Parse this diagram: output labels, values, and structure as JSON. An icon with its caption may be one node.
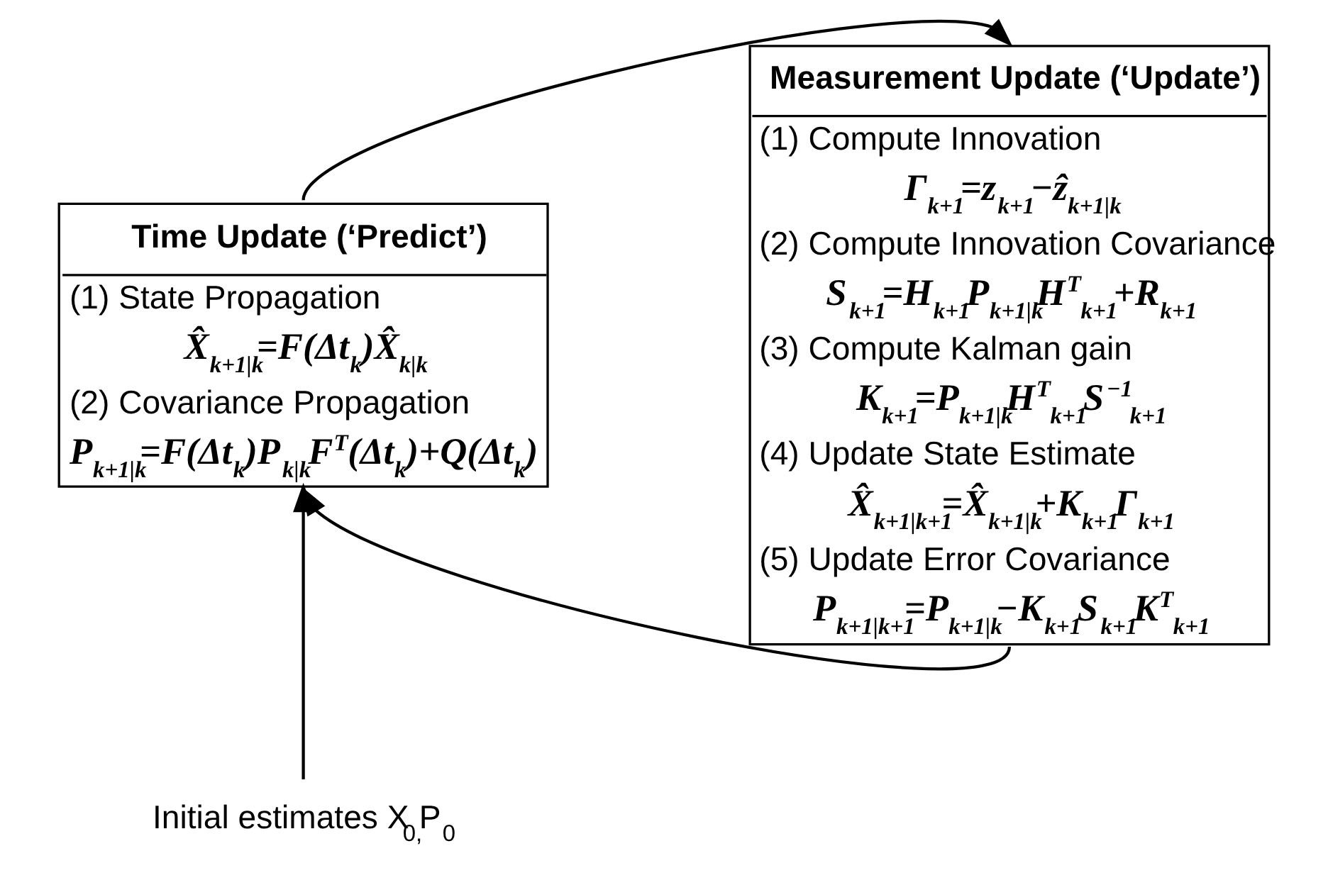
{
  "diagram": {
    "nodes": [
      {
        "text": [
          "Time Update (‘Predict’)",
          "(1) State Propagation",
          "X̂$_{k+1|k}$=F(Δt$_{k}$)X̂$_{k|k}$",
          "(2) Covariance Propagation",
          "P$_{k+1|k}$=F(Δt$_{k}$)P$_{k|k}$F$^{T}$(Δt$_{k}$)+Q(Δt$_{k}$)"
        ]
      },
      {
        "text": [
          "Measurement Update (‘Update’)",
          "(1) Compute Innovation",
          "Γ$_{k+1}$=z$_{k+1}$−ẑ$_{k+1|k}$",
          "(2) Compute Innovation Covariance",
          "S$_{k+1}$=H$_{k+1}$P$_{k+1|k}$H$^{T}$$_{k+1}$+R$_{k+1}$",
          "(3) Compute Kalman gain",
          "K$_{k+1}$=P$_{k+1|k}$H$^{T}$$_{k+1}$S$^{−1}$$_{k+1}$",
          "(4) Update State Estimate",
          "X̂$_{k+1|k+1}$=X̂$_{k+1|k}$+K$_{k+1}$Γ$_{k+1}$",
          "(5) Update Error Covariance",
          "P$_{k+1|k+1}$=P$_{k+1|k}$−K$_{k+1}$S$_{k+1}$K$^{T}$$_{k+1}$"
        ]
      },
      {
        "text": [
          "Initial estimates X$_{0,}$P$_{0}$"
        ]
      }
    ],
    "edges": [
      {
        "from": 0,
        "to": 1,
        "arrow": "to"
      },
      {
        "from": 1,
        "to": 0,
        "arrow": "to"
      },
      {
        "from": 2,
        "to": 0,
        "arrow": "to"
      }
    ]
  }
}
